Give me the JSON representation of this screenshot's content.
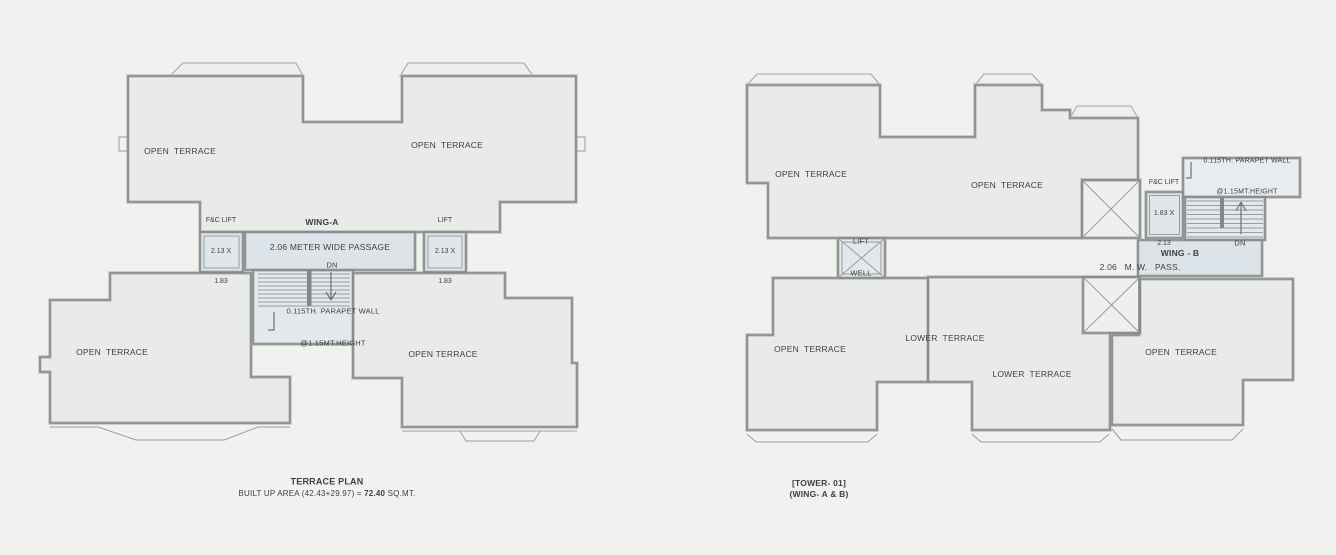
{
  "colors": {
    "background": "#f1f1ef",
    "terrace_fill": "#e9ebe9",
    "passage_fill": "#dde4e9",
    "wall_line": "#85888a",
    "text": "#3e4142"
  },
  "left_plan": {
    "wing_label": "WING-A",
    "open_terrace_top_left": "OPEN  TERRACE",
    "open_terrace_top_right": "OPEN  TERRACE",
    "open_terrace_bottom_left": "OPEN  TERRACE",
    "open_terrace_bottom_right": "OPEN TERRACE",
    "fc_lift": {
      "line1": "F&C LIFT",
      "line2": "2.13 X",
      "line3": "1.83"
    },
    "lift": {
      "line1": "LIFT",
      "line2": "2.13 X",
      "line3": "1.83"
    },
    "passage_label": "2.06 METER WIDE PASSAGE",
    "dn_label": "DN",
    "parapet_note_line1": "0.115TH. PARAPET WALL",
    "parapet_note_line2": "@1.15MT.HEIGHT",
    "caption_title": "TERRACE PLAN",
    "caption_area_prefix": "BUILT UP AREA (42.43+29.97) = ",
    "caption_area_value": "72.40",
    "caption_area_suffix": " SQ.MT."
  },
  "right_plan": {
    "wing_label": "WING - B",
    "open_terrace_top_left": "OPEN  TERRACE",
    "open_terrace_top_center": "OPEN  TERRACE",
    "open_terrace_bottom_left": "OPEN  TERRACE",
    "lower_terrace_1": "LOWER  TERRACE",
    "lower_terrace_2": "LOWER  TERRACE",
    "open_terrace_bottom_right": "OPEN  TERRACE",
    "lift_well": {
      "line1": "LIFT",
      "line2": "WELL"
    },
    "fc_lift": {
      "line1": "F&C LIFT",
      "line2": "1.83 X",
      "line3": "2.13"
    },
    "passage_label": "2.06   M. W.   PASS.",
    "dn_label": "DN",
    "parapet_note_line1": "0.115TH. PARAPET WALL",
    "parapet_note_line2": "@1.15MT.HEIGHT",
    "caption_line1": "[TOWER- 01]",
    "caption_line2": "(WING- A & B)"
  }
}
